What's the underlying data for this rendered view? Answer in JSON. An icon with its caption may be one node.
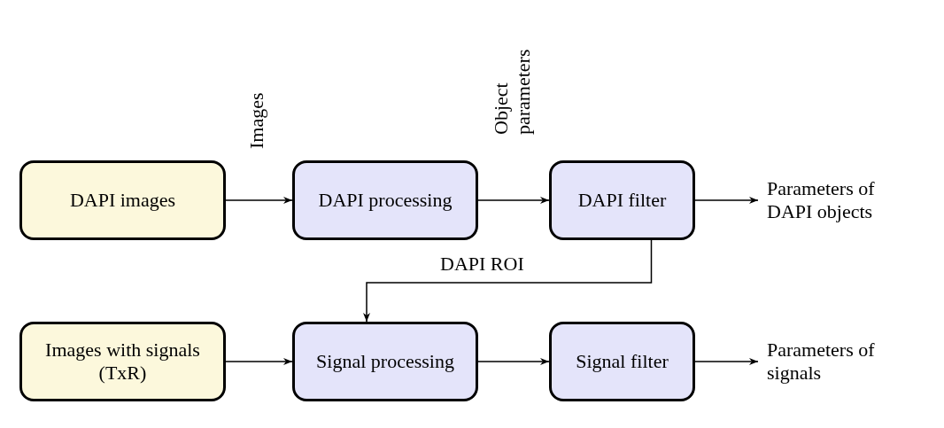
{
  "diagram": {
    "nodes": [
      {
        "text": [
          "DAPI images"
        ]
      },
      {
        "text": [
          "DAPI processing"
        ]
      },
      {
        "text": [
          "DAPI filter"
        ]
      },
      {
        "text": [
          "Parameters of DAPI objects"
        ]
      },
      {
        "text": [
          "Images with signals (TxR)"
        ]
      },
      {
        "text": [
          "Signal processing"
        ]
      },
      {
        "text": [
          "Signal filter"
        ]
      },
      {
        "text": [
          "Parameters of signals"
        ]
      }
    ],
    "edges": [
      {
        "from": 0,
        "to": 1,
        "arrow": "to",
        "label": "Images"
      },
      {
        "from": 1,
        "to": 2,
        "arrow": "to",
        "label": "Object parameters"
      },
      {
        "from": 2,
        "to": 3,
        "arrow": "to"
      },
      {
        "from": 2,
        "to": 5,
        "arrow": "to",
        "label": "DAPI ROI"
      },
      {
        "from": 4,
        "to": 5,
        "arrow": "to"
      },
      {
        "from": 5,
        "to": 6,
        "arrow": "to"
      },
      {
        "from": 6,
        "to": 7,
        "arrow": "to"
      }
    ]
  }
}
